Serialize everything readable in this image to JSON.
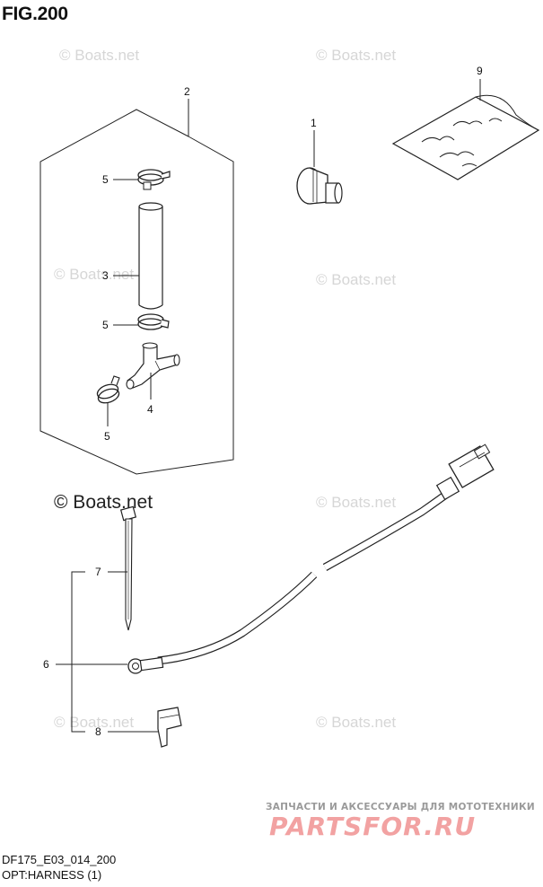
{
  "figure": {
    "title": "FIG.200",
    "part_code": "DF175_E03_014_200",
    "section_name": "OPT:HARNESS (1)"
  },
  "callouts": {
    "c1": "1",
    "c2": "2",
    "c3": "3",
    "c4": "4",
    "c5a": "5",
    "c5b": "5",
    "c5c": "5",
    "c6": "6",
    "c7": "7",
    "c8": "8",
    "c9": "9"
  },
  "watermarks": {
    "w1": "© Boats.net",
    "w2": "© Boats.net",
    "w3": "© Boats.net",
    "w4": "© Boats.net",
    "w5": "© Boats.net",
    "w6": "© Boats.net",
    "w7": "© Boats.net",
    "w8": "© Boats.net"
  },
  "shop_banner": {
    "tagline": "ЗАПЧАСТИ И АКСЕССУАРЫ ДЛЯ МОТОТЕХНИКИ",
    "logo": "PARTSFOR.RU"
  }
}
